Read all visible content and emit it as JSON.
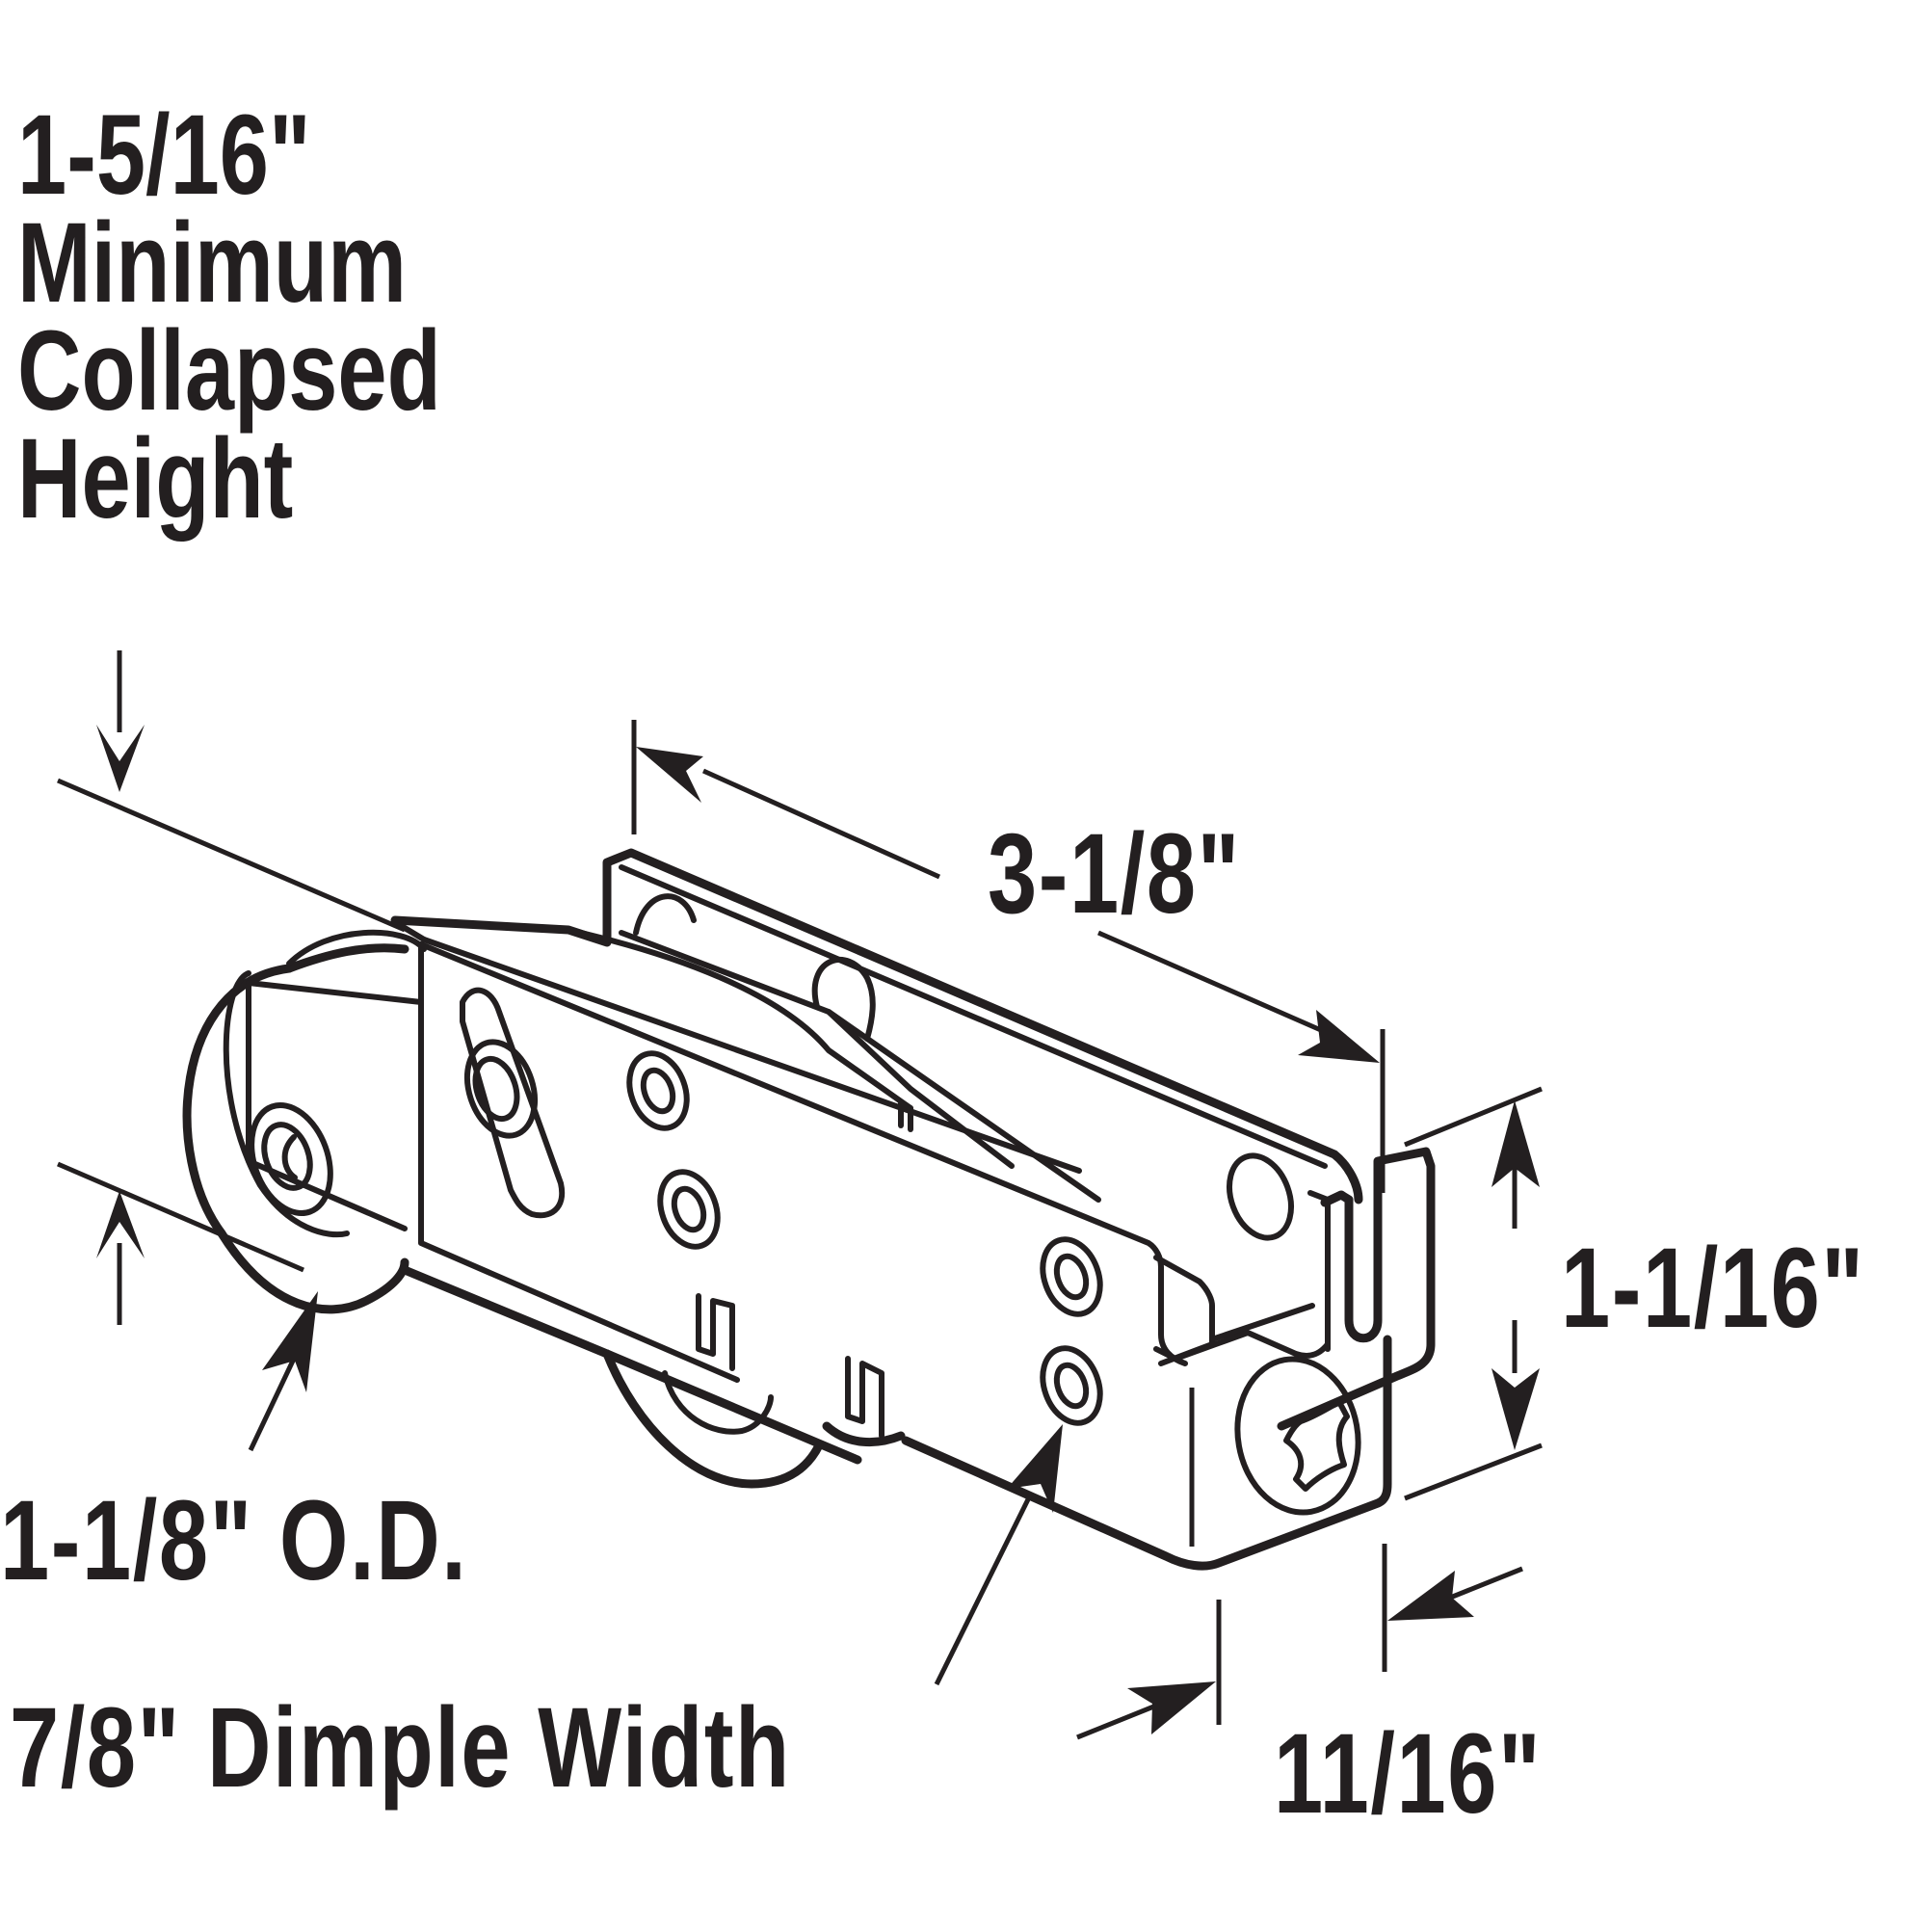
{
  "diagram": {
    "title": "Sliding door roller assembly dimension drawing",
    "colors": {
      "ink": "#231f20",
      "background": "#ffffff"
    },
    "dimensions": {
      "collapsed_height": {
        "value": "1-5/16\"",
        "lines": [
          "1-5/16\"",
          "Minimum",
          "Collapsed",
          "Height"
        ]
      },
      "length": {
        "value": "3-1/8\""
      },
      "height": {
        "value": "1-1/16\""
      },
      "wheel_diameter": {
        "value": "1-1/8\" O.D."
      },
      "dimple_width": {
        "value": "7/8\" Dimple Width"
      },
      "width": {
        "value": "11/16\""
      }
    }
  }
}
